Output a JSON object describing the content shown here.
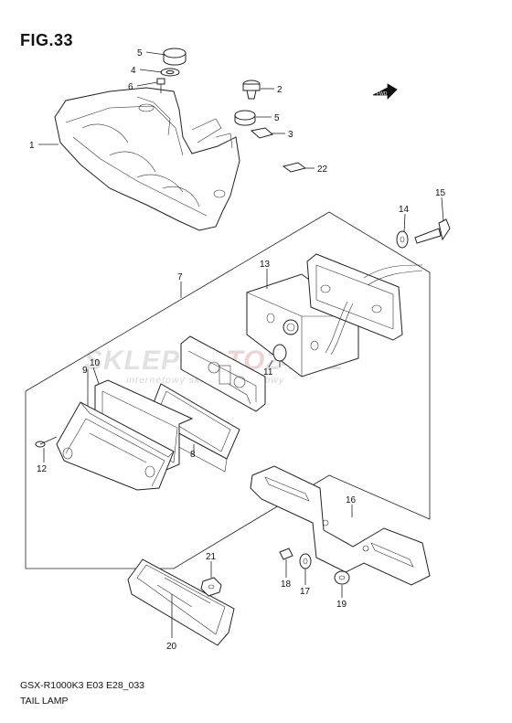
{
  "figure": {
    "title": "FIG.33",
    "model_code": "GSX-R1000K3 E03 E28_033",
    "part_name": "TAIL LAMP",
    "fwd_label": "FWD"
  },
  "watermark": {
    "brand_part1": "SKLEP",
    "brand_part2": "MOTO",
    "brand_part3": "24.PL",
    "tagline": "internetowy sklep motocyklowy"
  },
  "callouts": [
    {
      "id": "c1",
      "label": "1"
    },
    {
      "id": "c2",
      "label": "2"
    },
    {
      "id": "c3",
      "label": "3"
    },
    {
      "id": "c4",
      "label": "4"
    },
    {
      "id": "c5a",
      "label": "5"
    },
    {
      "id": "c5b",
      "label": "5"
    },
    {
      "id": "c6",
      "label": "6"
    },
    {
      "id": "c7",
      "label": "7"
    },
    {
      "id": "c8",
      "label": "8"
    },
    {
      "id": "c9",
      "label": "9"
    },
    {
      "id": "c10",
      "label": "10"
    },
    {
      "id": "c11",
      "label": "11"
    },
    {
      "id": "c12",
      "label": "12"
    },
    {
      "id": "c13",
      "label": "13"
    },
    {
      "id": "c14",
      "label": "14"
    },
    {
      "id": "c15",
      "label": "15"
    },
    {
      "id": "c16",
      "label": "16"
    },
    {
      "id": "c17",
      "label": "17"
    },
    {
      "id": "c18",
      "label": "18"
    },
    {
      "id": "c19",
      "label": "19"
    },
    {
      "id": "c20",
      "label": "20"
    },
    {
      "id": "c21",
      "label": "21"
    },
    {
      "id": "c22",
      "label": "22"
    }
  ]
}
